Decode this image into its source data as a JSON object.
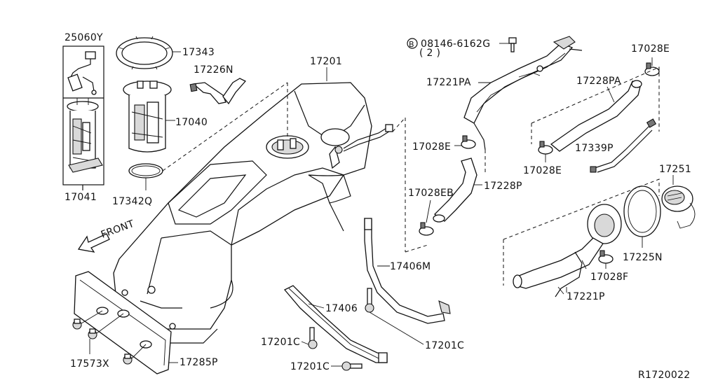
{
  "labels": {
    "p25060Y": "25060Y",
    "p17343": "17343",
    "p17226N": "17226N",
    "p17201_tank": "17201",
    "p17040": "17040",
    "p17041": "17041",
    "p17342Q": "17342Q",
    "front": "FRONT",
    "p17573X": "17573X",
    "p17285P": "17285P",
    "p17406": "17406",
    "p17406M": "17406M",
    "p17201C_a": "17201C",
    "p17201C_b": "17201C",
    "p17201C_c": "17201C",
    "bolt_b": "B",
    "bolt_code": "08146-6162G",
    "bolt_qty": "( 2 )",
    "p17221PA": "17221PA",
    "p17028E_a": "17028E",
    "p17228P": "17228P",
    "p17028EB": "17028EB",
    "p17228PA": "17228PA",
    "p17028E_b": "17028E",
    "p17028E_c": "17028E",
    "p17339P": "17339P",
    "p17251": "17251",
    "p17225N": "17225N",
    "p17028F": "17028F",
    "p17221P": "17221P",
    "ref": "R1720022"
  }
}
